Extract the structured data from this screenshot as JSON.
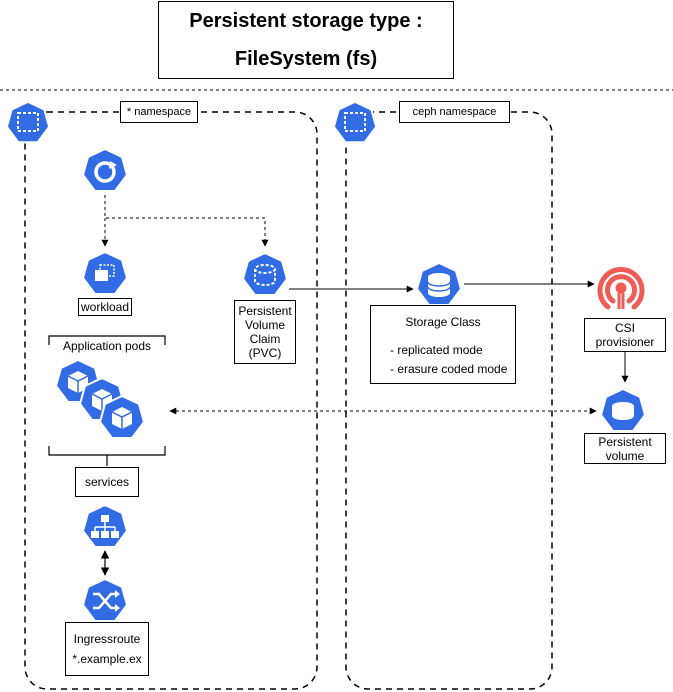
{
  "title": {
    "line1": "Persistent storage type :",
    "line2": "FileSystem (fs)"
  },
  "namespaces": {
    "app": "* namespace",
    "ceph": "ceph namespace"
  },
  "workload": {
    "label": "workload",
    "pods_label": "Application pods"
  },
  "services": {
    "label": "services"
  },
  "ingress": {
    "line1": "Ingressroute",
    "line2": "*.example.ex"
  },
  "pvc": {
    "line1": "Persistent",
    "line2": "Volume",
    "line3": "Claim",
    "line4": "(PVC)"
  },
  "storage_class": {
    "title": "Storage Class",
    "mode1": "- replicated mode",
    "mode2": "- erasure coded mode"
  },
  "csi": {
    "line1": "CSI",
    "line2": "provisioner"
  },
  "pv": {
    "line1": "Persistent",
    "line2": "volume"
  },
  "colors": {
    "k8s_blue": "#326CE5",
    "ceph_red": "#EF5C55",
    "line": "#000000"
  },
  "icons": [
    "namespace-icon",
    "deployment-icon",
    "pod-icon",
    "pvc-icon",
    "storage-class-icon",
    "ceph-logo-icon",
    "persistent-volume-icon",
    "service-icon",
    "ingress-icon"
  ]
}
